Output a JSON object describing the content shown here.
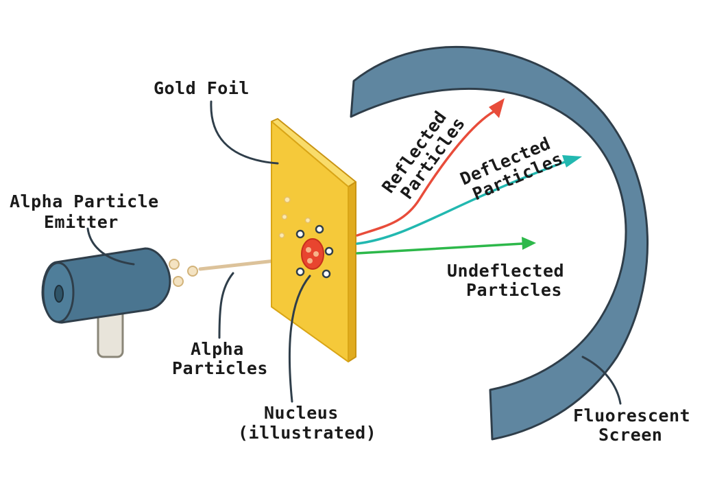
{
  "diagram": {
    "labels": {
      "gold_foil": "Gold Foil",
      "emitter_line1": "Alpha Particle",
      "emitter_line2": "Emitter",
      "alpha_line1": "Alpha",
      "alpha_line2": "Particles",
      "nucleus_line1": "Nucleus",
      "nucleus_line2": "(illustrated)",
      "reflected_line1": "Reflected",
      "reflected_line2": "Particles",
      "deflected_line1": "Deflected",
      "deflected_line2": "Particles",
      "undeflected_line1": "Undeflected",
      "undeflected_line2": "Particles",
      "screen_line1": "Fluorescent",
      "screen_line2": "Screen"
    },
    "colors": {
      "foil": "#f5c93a",
      "foil_edge": "#e0ab1f",
      "screen": "#5f86a0",
      "emitter": "#4a7590",
      "nucleus": "#e8452f",
      "reflected": "#e84c3a",
      "deflected": "#22b8b0",
      "undeflected": "#2db84a",
      "beam": "#dcc29a",
      "outline": "#2f3e4a"
    }
  }
}
